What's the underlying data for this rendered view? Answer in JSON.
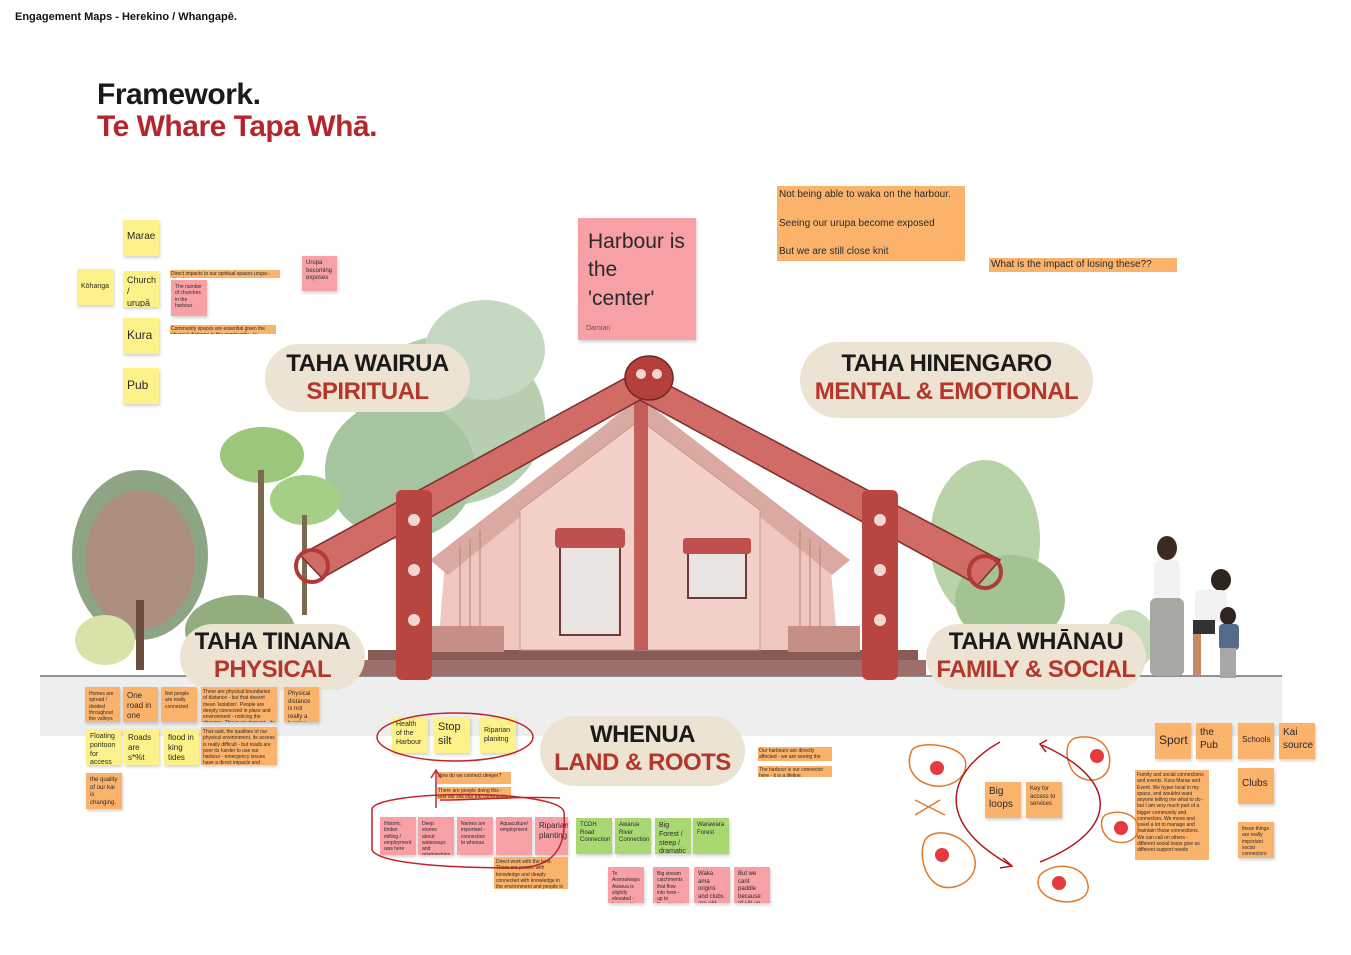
{
  "board": {
    "title": "Engagement Maps - Herekino / Whangapē."
  },
  "framework": {
    "title": "Framework.",
    "subtitle": "Te Whare Tapa Whā."
  },
  "labels": {
    "wairua": {
      "main": "TAHA WAIRUA",
      "sub": "SPIRITUAL"
    },
    "hinengaro": {
      "main": "TAHA HINENGARO",
      "sub": "MENTAL & EMOTIONAL"
    },
    "tinana": {
      "main": "TAHA TINANA",
      "sub": "PHYSICAL"
    },
    "whanau": {
      "main": "TAHA WHĀNAU",
      "sub": "FAMILY & SOCIAL"
    },
    "whenua": {
      "main": "WHENUA",
      "sub": "LAND & ROOTS"
    }
  },
  "center_note": {
    "text": "Harbour is the 'center'",
    "author": "Damian"
  },
  "top_right_notes": [
    "Not being able to waka on the harbour.",
    "Seeing our urupa become exposed",
    "But we are still close knit"
  ],
  "question_note": "What is the impact of losing these??",
  "spiritual_notes": {
    "marae": "Marae",
    "kohanga": "Kōhanga",
    "church": "Church / urupā",
    "kura": "Kura",
    "pub": "Pub",
    "urupa_exposed": "Urupa becoming exposes",
    "churches_number": "The number of churches in the harbour",
    "direct_impacts": "Direct impacts to our spiritual spaces urupa - churches - marae",
    "community_spaces": "Community spaces are essential given the physical distance to the community - ie Broadwood Kura"
  },
  "physical_notes": {
    "spread": "Homes are spread / divided throughout the valleys and edges along the coast",
    "one_road": "One road in one road out",
    "not_connected": "Not people are really connected ",
    "boundaries": "There are physical boundaries of distance - but that doesnt mean 'isolation'. People are deeply connected in place and environment - noticing the changes. This is an element - its up to us / will we not going to wait for someone else - we are already doing it.",
    "distance_barrier": "Physical distance is not really a barrier",
    "pontoon": "Floating pontoon for access",
    "roads": "Roads are s*%t",
    "flood": "flood in king tides",
    "quality_said": "That said, the qualities of our physical environment, its access is really difficult - but roads are poor its harder to use our harbour - emergency issues have a direct impacts and longer term the quality of environments and infrastructure is getting worse",
    "kai_quality": "the quality of our kai is changing."
  },
  "whenua_notes": {
    "health": "Health of the Harbour",
    "stop_silt": "Stop silt",
    "riparian_planting": "Riparian planitng",
    "connect_deeper": "How do we connect deeper?",
    "people_doing": "There are people doing this - and our link into the community",
    "historic_timber": "Historic timber milling / employment was here",
    "deep_stories": "Deep stories about waterways and relationships of the area across the times",
    "names_important": "Names are important - connection to whenua",
    "aquaculture": "Aquaculture/ employment",
    "riparian_planting2": "Riparian planting",
    "direct_work": "Direct work with the land. There are people with knowledge and deeply connected with knowledge in the environment and people in this place - actively protecting educating and supported work in the whenua space.",
    "tcdh_road": "TCDH Road Connection",
    "awarua_river": "Awarua River Connection",
    "big_forest": "Big Forest / steep / dramatic",
    "warawara": "Warawara Forest",
    "walkways": "Te Araroa/ways Awarua is slightly elevated - but need to look at road access situation",
    "big_stream": "Big stream catchments that flow into here - up to Broadwood Kura and upper harbour",
    "waka_ama": "Waka ama origins and clubs are old taps",
    "cant_paddle": "But we cant paddle because of silt up",
    "harbours_affected": "Our harbours are directly affected - we are seeing the changes and experiencing them.",
    "harbour_connector": "The harbour is our connector here - it is a lifeline."
  },
  "whanau_notes": {
    "sport": "Sport",
    "the_pub": "the Pub",
    "schools": "Schools",
    "kai_source": "Kai source",
    "big_loops": "Big loops",
    "key_access": "Key for access to services",
    "family_social": "Family and social connections and events. Kura Marae and Event. We hyper local in my space, and wouldnt want anyone telling me what to do - but I am very much part of a bigger community and connection. We move and travel a lot to manage and maintain those connections. We can call on others - different social loops give us different support needs",
    "clubs": "Clubs",
    "these_things": "these things are really important social connectors"
  }
}
